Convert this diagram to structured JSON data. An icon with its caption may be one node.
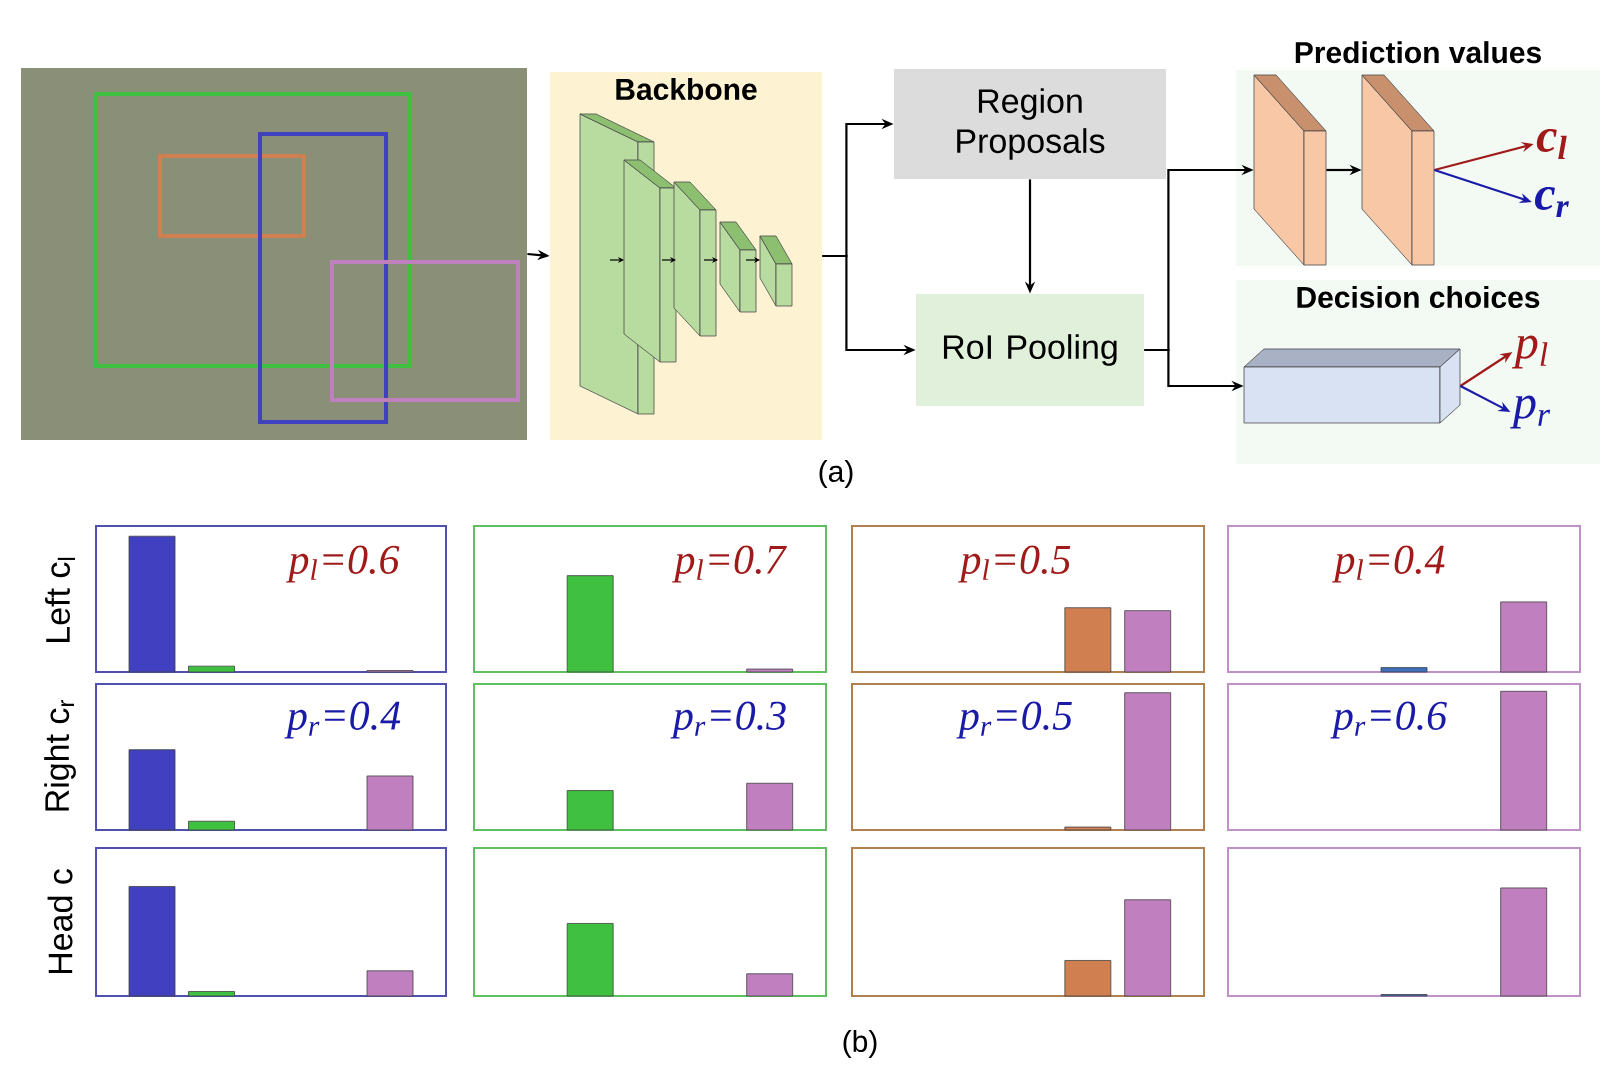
{
  "diagram": {
    "nodes": [
      {
        "text": [],
        "shape": "picture"
      },
      {
        "text": [
          "Backbone"
        ]
      },
      {
        "text": [
          "Region Proposals"
        ]
      },
      {
        "text": [
          "RoI Pooling"
        ]
      },
      {
        "text": [
          "Prediction values"
        ]
      },
      {
        "text": [
          "Decision choices"
        ]
      },
      {
        "text": [],
        "shape": "box",
        "in": 4
      },
      {
        "text": [],
        "shape": "box",
        "in": 4
      },
      {
        "text": [],
        "shape": "box",
        "in": 5
      },
      {
        "text": [
          "c$_{l}$"
        ],
        "in": 4
      },
      {
        "text": [
          "c$_{r}$"
        ],
        "in": 4
      },
      {
        "text": [
          "p$_{l}$"
        ],
        "in": 5
      },
      {
        "text": [
          "p$_{r}$"
        ],
        "in": 5
      }
    ],
    "edges": [
      {
        "from": 0,
        "to": 1,
        "arrow": "to"
      },
      {
        "from": 1,
        "to": 2,
        "arrow": "to"
      },
      {
        "from": 1,
        "to": 3,
        "arrow": "to"
      },
      {
        "from": 2,
        "to": 3,
        "arrow": "to"
      },
      {
        "from": 3,
        "to": 6,
        "arrow": "to"
      },
      {
        "from": 3,
        "to": 8,
        "arrow": "to"
      },
      {
        "from": 6,
        "to": 7,
        "arrow": "to"
      },
      {
        "from": 7,
        "to": 9,
        "arrow": "to",
        "color": "#a01a1a"
      },
      {
        "from": 7,
        "to": 10,
        "arrow": "to",
        "color": "#1a1aa8"
      },
      {
        "from": 8,
        "to": 11,
        "arrow": "to",
        "color": "#a01a1a"
      },
      {
        "from": 8,
        "to": 12,
        "arrow": "to",
        "color": "#1a1aa8"
      }
    ],
    "labels": [
      "(a)",
      "Left c$_{l}$",
      "p$_{l}$=0.6",
      "p$_{l}$=0.7",
      "p$_{l}$=0.5",
      "p$_{l}$=0.4",
      "Right c$_{r}$",
      "p$_{r}$=0.4",
      "p$_{r}$=0.3",
      "p$_{r}$=0.5",
      "p$_{r}$=0.6",
      "Head c",
      "(b)"
    ]
  }
}
